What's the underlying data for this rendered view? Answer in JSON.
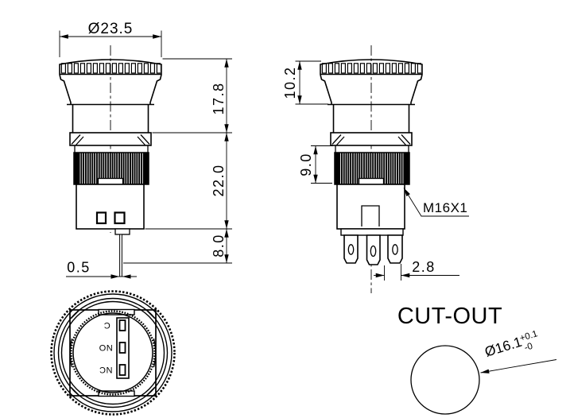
{
  "drawing": {
    "front_view": {
      "diameter_label": "Ø23.5",
      "head_height_label": "17.8",
      "body_height_label": "22.0",
      "terminal_height_label": "8.0",
      "pin_thickness_label": "0.5"
    },
    "side_view": {
      "head_height_label": "10.2",
      "bushing_height_label": "9.0",
      "thread_label": "M16X1",
      "terminal_width_label": "2.8"
    },
    "bottom_view": {
      "terminal_labels": [
        "C",
        "NO",
        "NC"
      ]
    },
    "cutout_view": {
      "title": "CUT-OUT",
      "hole_diameter_label": "Ø16.1",
      "tolerance_upper": "+0.1",
      "tolerance_lower": "-0"
    },
    "colors": {
      "line": "#000000",
      "background": "#ffffff"
    }
  }
}
